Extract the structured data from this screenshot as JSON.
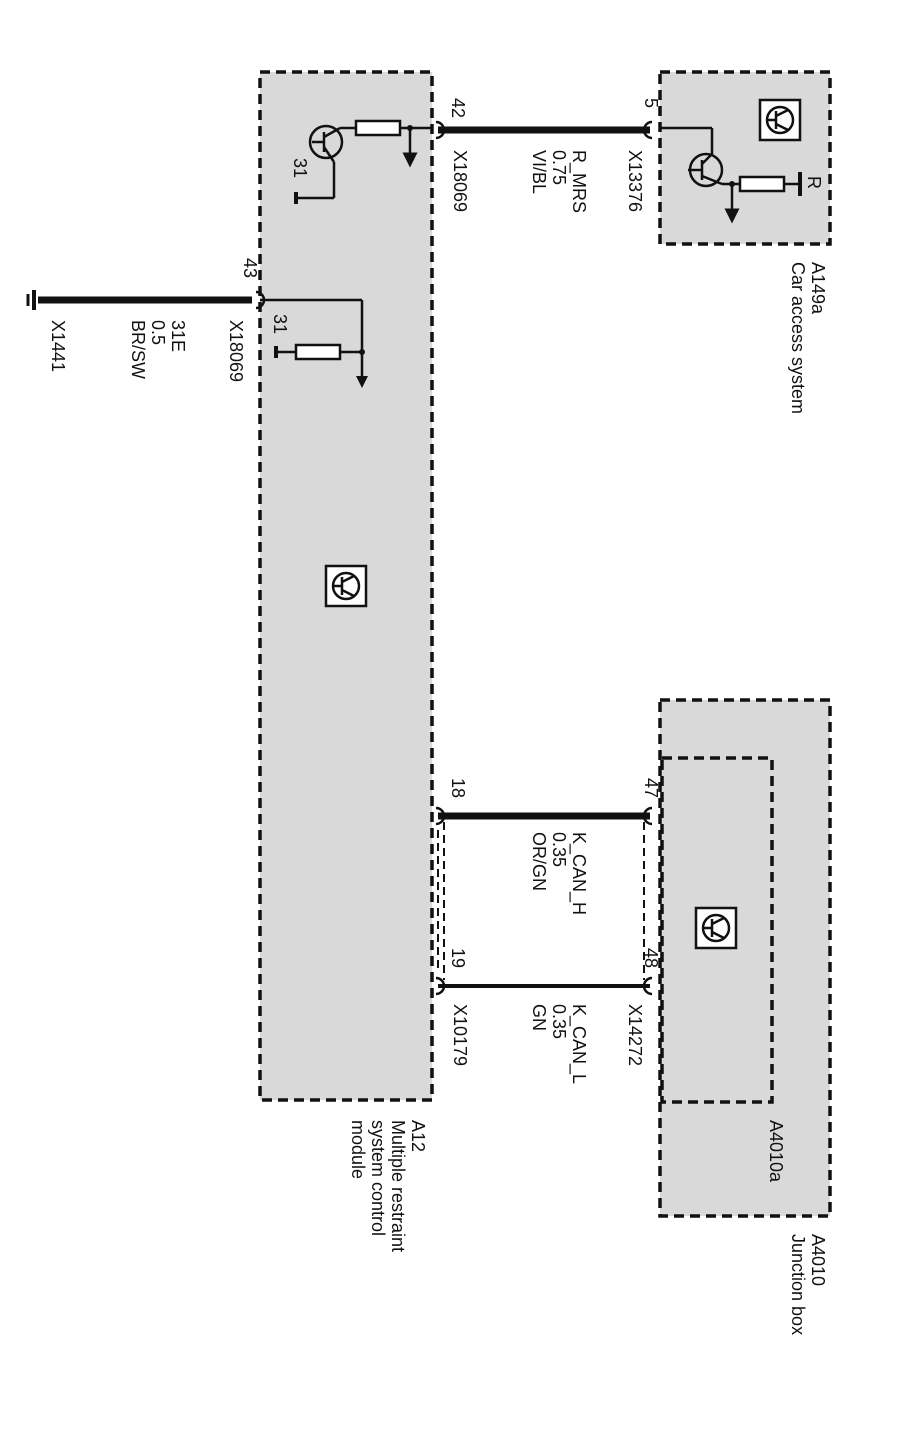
{
  "colors": {
    "module_fill": "#d9d9d9",
    "wire": "#111111",
    "line": "#111111",
    "background": "#ffffff"
  },
  "modules": {
    "car_access": {
      "code": "A149a",
      "name": "Car access system",
      "icon": "control-unit-icon",
      "supply_label": "R"
    },
    "mrs": {
      "code": "A12",
      "name_lines": [
        "Multiple restraint",
        "system control",
        "module"
      ],
      "icon": "control-unit-icon",
      "ground_label_upper": "31",
      "ground_label_lower": "31"
    },
    "junction_box": {
      "code": "A4010",
      "name": "Junction box",
      "inner_code": "A4010a",
      "icon": "control-unit-icon"
    }
  },
  "wires": {
    "r_mrs": {
      "pin_mrs": "42",
      "pin_cas": "5",
      "connector_mrs": "X18069",
      "connector_cas": "X13376",
      "signal": "R_MRS",
      "gauge": "0.75",
      "color": "VI/BL"
    },
    "ground": {
      "pin": "43",
      "connector_mrs": "X18069",
      "signal": "31E",
      "gauge": "0.5",
      "color": "BR/SW",
      "ground_point": "X1441"
    },
    "k_can_h": {
      "pin_mrs": "18",
      "pin_jb": "47",
      "signal": "K_CAN_H",
      "gauge": "0.35",
      "color": "OR/GN"
    },
    "k_can_l": {
      "pin_mrs": "19",
      "pin_jb": "48",
      "connector_mrs": "X10179",
      "connector_jb": "X14272",
      "signal": "K_CAN_L",
      "gauge": "0.35",
      "color": "GN"
    }
  }
}
